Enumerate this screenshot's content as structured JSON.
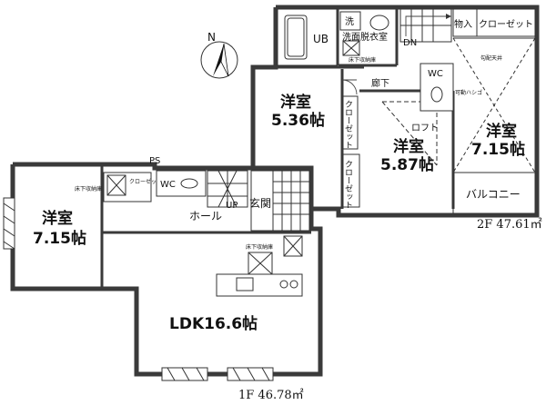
{
  "compass": {
    "north": "N"
  },
  "floor1": {
    "area": "1F 46.78㎡",
    "western_room": {
      "name": "洋室",
      "size": "7.15帖"
    },
    "ldk": "LDK16.6帖",
    "closet": "クローゼット",
    "underfloor_storage": "床下収納庫",
    "ps": "PS",
    "wc": "WC",
    "hall": "ホール",
    "up": "UP",
    "entrance": "玄関"
  },
  "floor2": {
    "area": "2F 47.61㎡",
    "bath": "UB",
    "washroom": "洗面脱衣室",
    "washing_machine": "洗",
    "underfloor_storage": "床下収納庫",
    "dn": "DN",
    "storage": "物入",
    "closet_top": "クローゼット",
    "sloped_ceiling": "勾配天井",
    "wc": "WC",
    "hallway": "廊下",
    "movable_ladder": "可動ハシゴ",
    "loft": "ロフト",
    "room_a": {
      "name": "洋室",
      "size": "5.36帖"
    },
    "room_b": {
      "name": "洋室",
      "size": "5.87帖"
    },
    "room_c": {
      "name": "洋室",
      "size": "7.15帖"
    },
    "closet_a": "クローゼット",
    "closet_b": "クローゼット",
    "balcony": "バルコニー"
  }
}
